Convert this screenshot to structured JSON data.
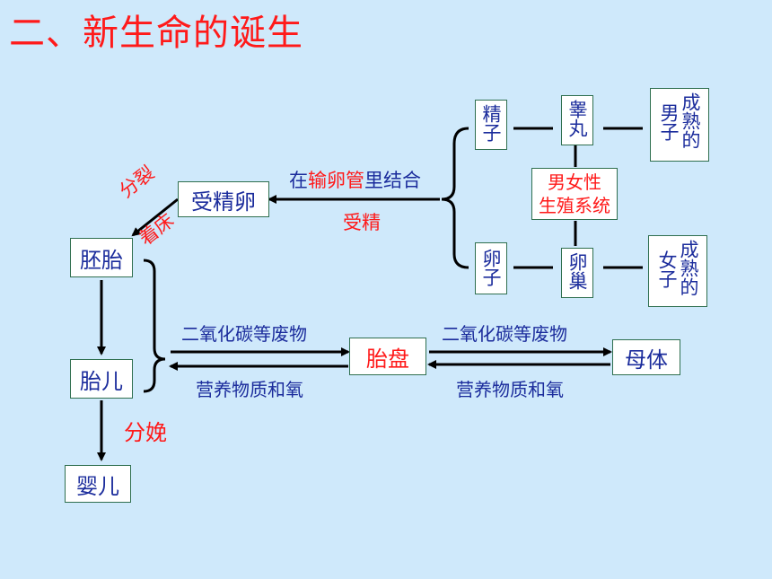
{
  "title": "二、新生命的诞生",
  "colors": {
    "background": "#cfe9fb",
    "text_blue": "#1b2c9c",
    "text_red": "#ff1a1a",
    "box_border": "#2f6f4f"
  },
  "nodes": {
    "fertilized_egg": "受精卵",
    "embryo": "胚胎",
    "fetus": "胎儿",
    "baby": "婴儿",
    "placenta": "胎盘",
    "mother": "母体",
    "sperm": "精子",
    "egg": "卵子",
    "testis": "睾丸",
    "ovary": "卵巢",
    "reproductive_system": [
      "男女性",
      "生殖系统"
    ],
    "mature_male": [
      "成熟的",
      "男子"
    ],
    "mature_female": [
      "成熟的",
      "女子"
    ]
  },
  "labels": {
    "fertilization_place": {
      "prefix": "在",
      "highlight": "输卵管",
      "suffix": "里结合"
    },
    "fertilization": "受精",
    "division": "分裂",
    "implantation": "着床",
    "delivery": "分娩",
    "waste_to_placenta": "二氧化碳等废物",
    "nutrients_to_fetus": "营养物质和氧",
    "waste_to_mother": "二氧化碳等废物",
    "nutrients_to_placenta": "营养物质和氧"
  }
}
